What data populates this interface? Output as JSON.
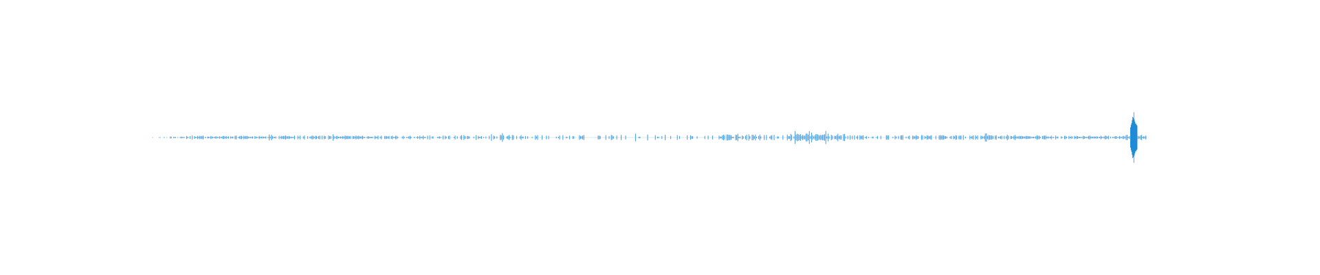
{
  "waveform": {
    "color": "#1f8ad6",
    "background": "#ffffff",
    "seed": 1337,
    "playhead_fraction": 0.987,
    "playhead_peak_amplitude": 0.85,
    "segments": [
      {
        "from": 0.0,
        "to": 0.015,
        "amp": 0.01,
        "density": 0.25
      },
      {
        "from": 0.015,
        "to": 0.035,
        "amp": 0.03,
        "density": 0.45
      },
      {
        "from": 0.035,
        "to": 0.13,
        "amp": 0.05,
        "density": 0.9
      },
      {
        "from": 0.13,
        "to": 0.3,
        "amp": 0.06,
        "density": 0.7
      },
      {
        "from": 0.3,
        "to": 0.44,
        "amp": 0.075,
        "density": 0.45
      },
      {
        "from": 0.44,
        "to": 0.52,
        "amp": 0.085,
        "density": 0.35
      },
      {
        "from": 0.52,
        "to": 0.57,
        "amp": 0.07,
        "density": 0.35
      },
      {
        "from": 0.57,
        "to": 0.64,
        "amp": 0.09,
        "density": 0.75
      },
      {
        "from": 0.64,
        "to": 0.7,
        "amp": 0.115,
        "density": 0.95
      },
      {
        "from": 0.7,
        "to": 0.85,
        "amp": 0.07,
        "density": 0.7
      },
      {
        "from": 0.85,
        "to": 0.975,
        "amp": 0.055,
        "density": 0.9
      },
      {
        "from": 0.975,
        "to": 1.0,
        "amp": 0.08,
        "density": 0.95
      }
    ]
  }
}
